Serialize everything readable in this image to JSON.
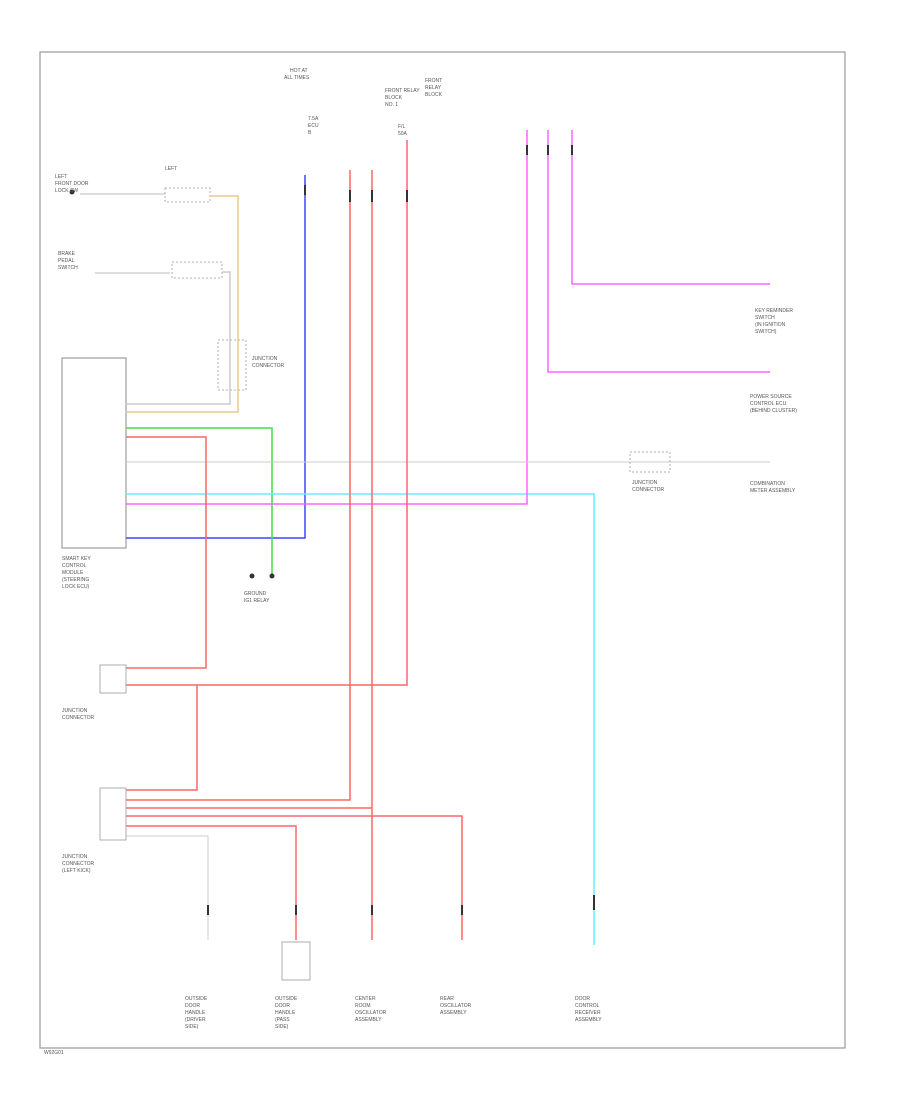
{
  "diagram": {
    "title_lines": [
      "HOT AT",
      "ALL TIMES"
    ],
    "footer_code": "W92G01",
    "colors": {
      "red": "#ff6666",
      "pink": "#ff66ff",
      "blue": "#4444ff",
      "green": "#44dd44",
      "cyan": "#66eeff",
      "tan": "#e8c98a",
      "gray": "#bbbbbb"
    },
    "top_fuses": [
      {
        "lines": [
          "7.5A",
          "ECU",
          "B"
        ]
      },
      {
        "lines": [
          "F/L",
          "50A"
        ]
      },
      {
        "lines": [
          "FRONT RELAY",
          "BLOCK",
          "NO. 1"
        ]
      },
      {
        "lines": [
          "FRONT",
          "RELAY",
          "BLOCK"
        ]
      }
    ],
    "left_switches": [
      {
        "lines": [
          "LEFT",
          "FRONT DOOR",
          "LOCK SW"
        ]
      },
      {
        "lines": [
          "BRAKE",
          "PEDAL",
          "SWITCH"
        ]
      }
    ],
    "module_label": [
      "SMART KEY",
      "CONTROL",
      "MODULE",
      "(STEERING",
      "LOCK ECU)"
    ],
    "ground_label": [
      "GROUND",
      "IG1 RELAY"
    ],
    "junction_labels": [
      [
        "JUNCTION",
        "CONNECTOR"
      ],
      [
        "JUNCTION",
        "CONNECTOR",
        "(LEFT KICK)"
      ]
    ],
    "right_labels": [
      {
        "lines": [
          "KEY REMINDER",
          "SWITCH",
          "(IN IGNITION",
          "SWITCH)"
        ]
      },
      {
        "lines": [
          "POWER SOURCE",
          "CONTROL ECU",
          "(BEHIND CLUSTER)"
        ]
      },
      {
        "lines": [
          "COMBINATION",
          "METER ASSEMBLY"
        ]
      }
    ],
    "bottom_components": [
      {
        "lines": [
          "OUTSIDE",
          "DOOR",
          "HANDLE",
          "(DRIVER",
          "SIDE)"
        ]
      },
      {
        "lines": [
          "OUTSIDE",
          "DOOR",
          "HANDLE",
          "(PASS",
          "SIDE)"
        ]
      },
      {
        "lines": [
          "CENTER",
          "ROOM",
          "OSCILLATOR",
          "ASSEMBLY"
        ]
      },
      {
        "lines": [
          "REAR",
          "OSCILLATOR",
          "ASSEMBLY"
        ]
      },
      {
        "lines": [
          "DOOR",
          "CONTROL",
          "RECEIVER",
          "ASSEMBLY"
        ]
      }
    ]
  }
}
